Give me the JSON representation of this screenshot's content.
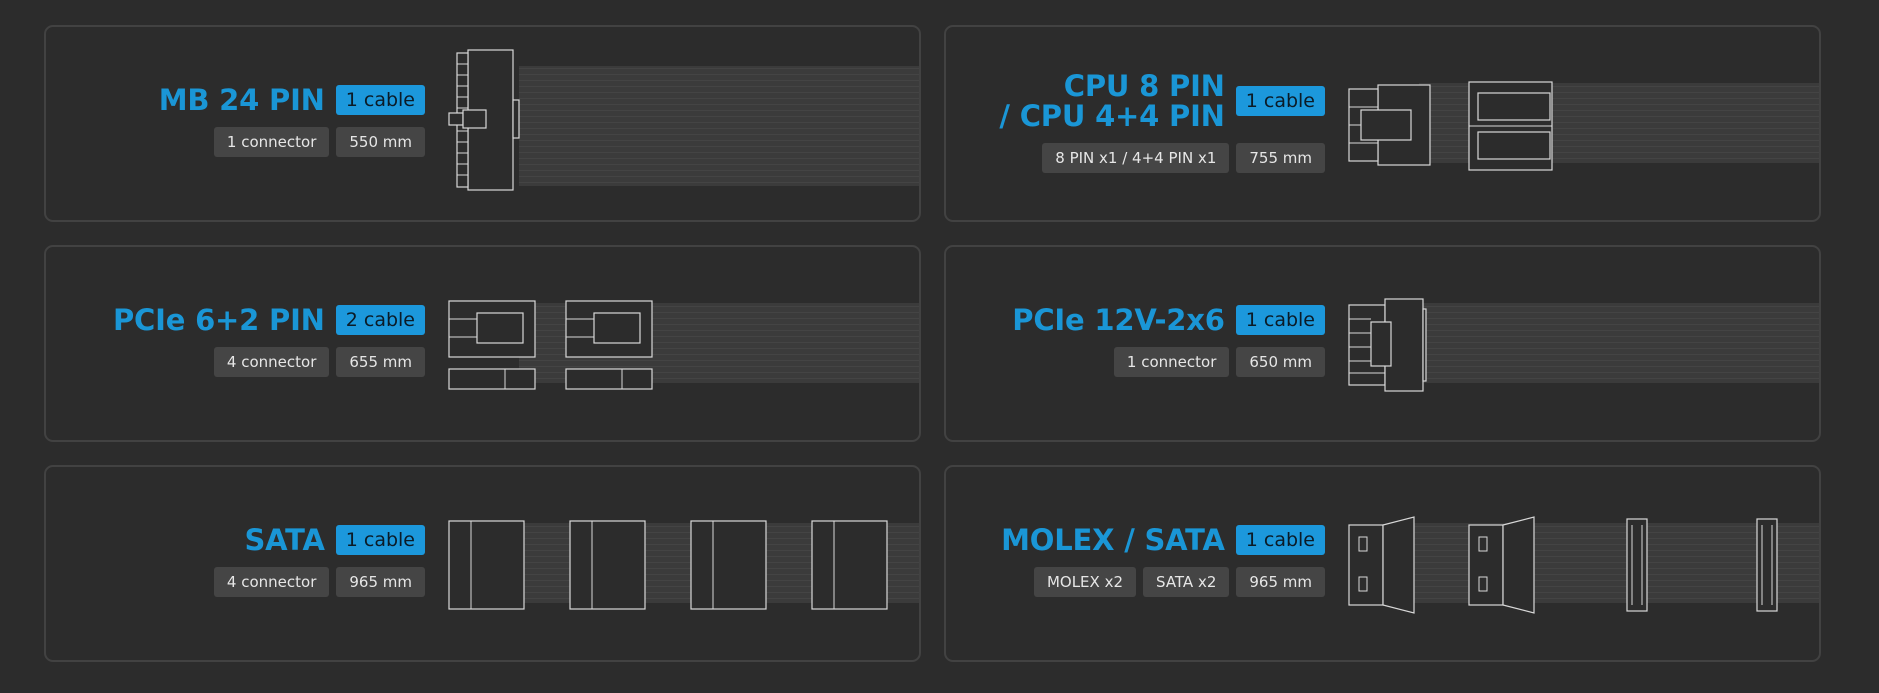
{
  "cables": [
    {
      "name_lines": [
        "MB 24 PIN"
      ],
      "badge": "1 cable",
      "specs": [
        "1 connector",
        "550 mm"
      ],
      "connector_icon": "atx-24-pin-connector-icon"
    },
    {
      "name_lines": [
        "CPU 8 PIN",
        "/ CPU 4+4 PIN"
      ],
      "badge": "1 cable",
      "specs": [
        "8 PIN x1 / 4+4 PIN x1",
        "755 mm"
      ],
      "connector_icon": "cpu-eps-connector-icon"
    },
    {
      "name_lines": [
        "PCIe 6+2 PIN"
      ],
      "badge": "2 cable",
      "specs": [
        "4 connector",
        "655 mm"
      ],
      "connector_icon": "pcie-6-2-pin-connector-icon"
    },
    {
      "name_lines": [
        "PCIe 12V-2x6"
      ],
      "badge": "1 cable",
      "specs": [
        "1 connector",
        "650 mm"
      ],
      "connector_icon": "pcie-12v-2x6-connector-icon"
    },
    {
      "name_lines": [
        "SATA"
      ],
      "badge": "1 cable",
      "specs": [
        "4 connector",
        "965 mm"
      ],
      "connector_icon": "sata-connector-icon"
    },
    {
      "name_lines": [
        "MOLEX / SATA"
      ],
      "badge": "1 cable",
      "specs": [
        "MOLEX x2",
        "SATA x2",
        "965 mm"
      ],
      "connector_icon": "molex-sata-connector-icon"
    }
  ],
  "colors": {
    "background": "#2c2c2c",
    "card_border": "#424242",
    "title": "#1a96d6",
    "badge": "#1c98dc",
    "spec_bg": "#454545",
    "spec_text": "#e6e6e6",
    "line_art": "#d8d8d8"
  }
}
